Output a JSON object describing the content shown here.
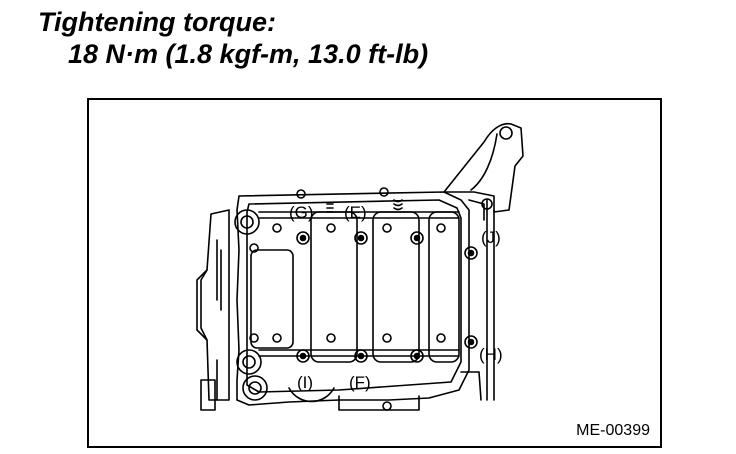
{
  "heading": {
    "line1": "Tightening torque:",
    "line2": "18 N·m (1.8 kgf-m, 13.0 ft-lb)"
  },
  "figure": {
    "code": "ME-00399",
    "callouts": {
      "g": "(G)",
      "e": "(E)",
      "j": "(J)",
      "h": "(H)",
      "i": "(I)",
      "f": "(F)"
    }
  }
}
